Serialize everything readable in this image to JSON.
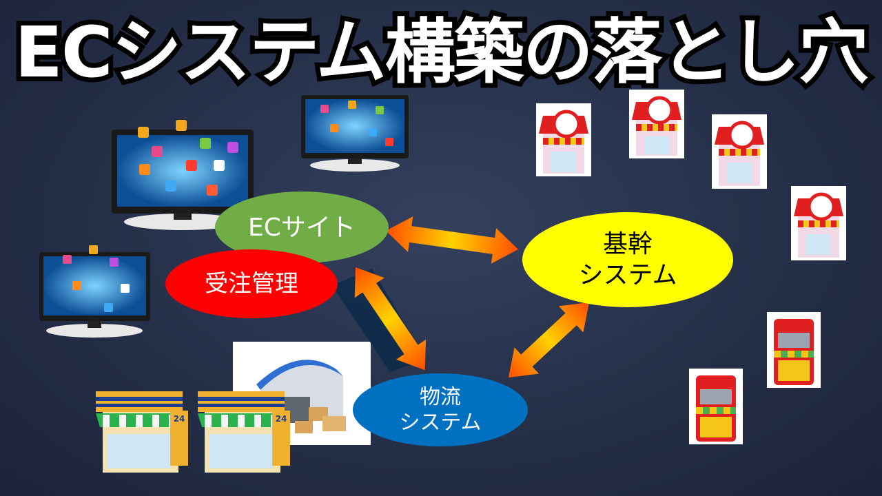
{
  "slide": {
    "title": "ECシステム構築の落とし穴"
  },
  "nodes": {
    "ec_site": {
      "label": "ECサイト",
      "color": "#70ad47"
    },
    "order_mgmt": {
      "label": "受注管理",
      "color": "#ff0000"
    },
    "core_system": {
      "line1": "基幹",
      "line2": "システム",
      "color": "#ffff00"
    },
    "logistics": {
      "line1": "物流",
      "line2": "システム",
      "color": "#0070c0"
    }
  },
  "badges": {
    "store_hours": "24"
  },
  "colors": {
    "arrow_light": "#ffd200",
    "arrow_dark": "#ff4d00",
    "shadow": "#0d2a4a",
    "background": "#252f48"
  },
  "icons": [
    "monitor-icon",
    "store-icon",
    "convenience-store-icon",
    "warehouse-icon",
    "double-arrow-icon"
  ]
}
